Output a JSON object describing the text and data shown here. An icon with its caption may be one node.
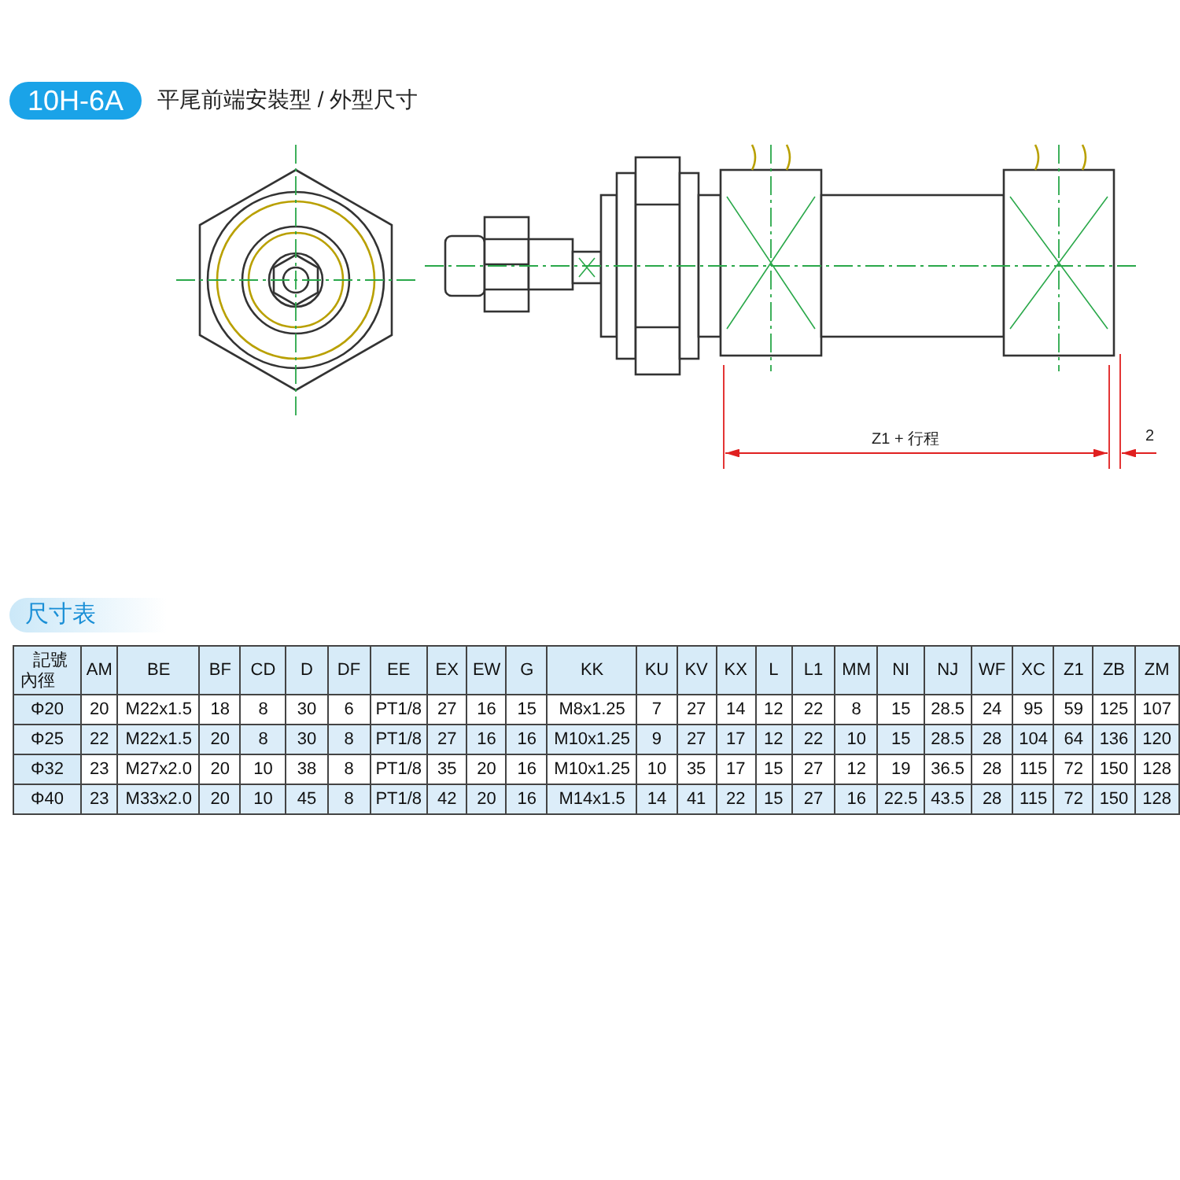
{
  "diagram": {
    "labels": [
      "10H-6A",
      "平尾前端安裝型 / 外型尺寸",
      "Z1 + 行程",
      "2",
      "尺寸表",
      "記號",
      "內徑",
      "AM",
      "BE",
      "BF",
      "CD",
      "D",
      "DF",
      "EE",
      "EX",
      "EW",
      "G",
      "KK",
      "KU",
      "KV",
      "KX",
      "L",
      "L1",
      "MM",
      "NI",
      "NJ",
      "WF",
      "XC",
      "Z1",
      "ZB",
      "ZM",
      "Φ20",
      "20",
      "M22x1.5",
      "18",
      "8",
      "30",
      "6",
      "PT1/8",
      "27",
      "16",
      "15",
      "M8x1.25",
      "7",
      "27",
      "14",
      "12",
      "22",
      "8",
      "15",
      "28.5",
      "24",
      "95",
      "59",
      "125",
      "107",
      "Φ25",
      "22",
      "M22x1.5",
      "20",
      "8",
      "30",
      "8",
      "PT1/8",
      "27",
      "16",
      "16",
      "M10x1.25",
      "9",
      "27",
      "17",
      "12",
      "22",
      "10",
      "15",
      "28.5",
      "28",
      "104",
      "64",
      "136",
      "120",
      "Φ32",
      "23",
      "M27x2.0",
      "20",
      "10",
      "38",
      "8",
      "PT1/8",
      "35",
      "20",
      "16",
      "M10x1.25",
      "10",
      "35",
      "17",
      "15",
      "27",
      "12",
      "19",
      "36.5",
      "28",
      "115",
      "72",
      "150",
      "128",
      "Φ40",
      "23",
      "M33x2.0",
      "20",
      "10",
      "45",
      "8",
      "PT1/8",
      "42",
      "20",
      "16",
      "M14x1.5",
      "14",
      "41",
      "22",
      "15",
      "27",
      "16",
      "22.5",
      "43.5",
      "28",
      "115",
      "72",
      "150",
      "128"
    ]
  }
}
